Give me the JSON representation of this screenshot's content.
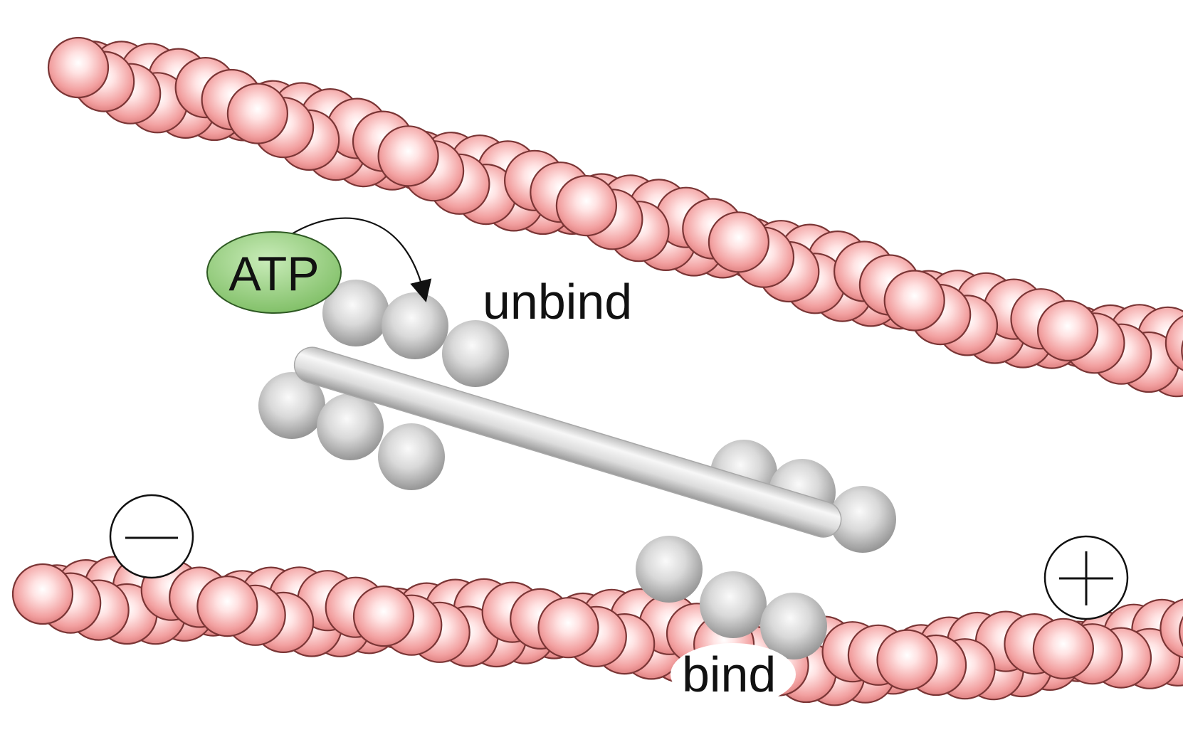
{
  "labels": {
    "atp": "ATP",
    "unbind": "unbind",
    "bind": "bind"
  },
  "polarity": {
    "minus": "minus",
    "plus": "plus"
  },
  "colors": {
    "actin_bead": "#f29a9a",
    "actin_bead_light": "#ffeaea",
    "actin_outline": "#7a3535",
    "myosin": "#c8c8c8",
    "myosin_light": "#f6f6f6",
    "myosin_dark": "#8e8e8e",
    "atp_fill": "#8fcc78",
    "atp_outline": "#2f5a24"
  },
  "icons": {
    "minus_end": "minus-circle-icon",
    "plus_end": "plus-circle-icon",
    "arrow": "curved-arrow-icon"
  }
}
